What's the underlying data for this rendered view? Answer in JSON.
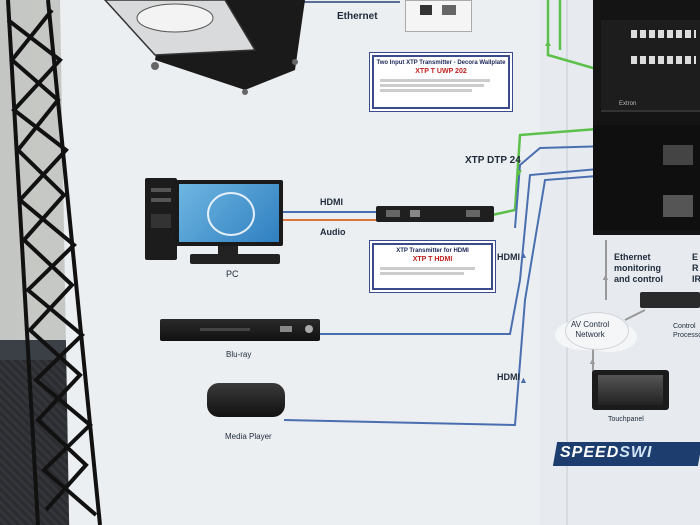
{
  "poster": {
    "ethernet_top": "Ethernet",
    "product1": {
      "title": "Two Input XTP Transmitter - Decora Wallplate",
      "model": "XTP T UWP 202"
    },
    "product2": {
      "title": "XTP Transmitter for HDMI",
      "model": "XTP T HDMI"
    },
    "pc_label": "PC",
    "hdmi_label_1": "HDMI",
    "audio_label": "Audio",
    "xtp_dtp_label": "XTP DTP 24",
    "hdmi_label_2": "HDMI",
    "hdmi_label_3": "HDMI",
    "bluray_label": "Blu-ray",
    "media_player_label": "Media Player",
    "ethernet_monitoring": "Ethernet\nmonitoring\nand control",
    "av_control_network": "AV Control\nNetwork",
    "touchpanel_label": "Touchpanel",
    "control_processor_label": "Control\nProcessor",
    "extron_label": "Extron",
    "speed_banner": "SPEED",
    "speed_banner_suffix": "SWI",
    "cutoff_letters": "E\nR\nIR"
  },
  "colors": {
    "green_cable": "#5cc04a",
    "blue_cable": "#4a6fb0",
    "orange_cable": "#d9773a",
    "panel_bg": "#e9eef3",
    "wall_left": "#c9ccc9",
    "carpet": "#2e2f33",
    "rack_black": "#141414"
  },
  "icons": [
    "rack-cabinet",
    "wallplate",
    "monitor",
    "pc-tower",
    "keyboard",
    "transmitter-box",
    "bluray-player",
    "media-player",
    "cloud",
    "touchpanel",
    "switcher-rack"
  ]
}
